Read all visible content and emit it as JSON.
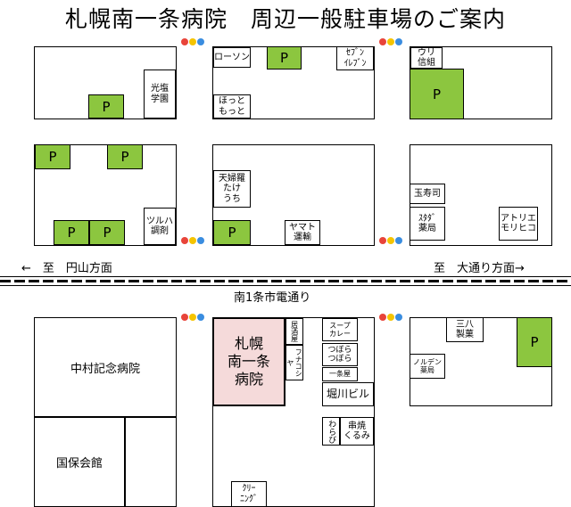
{
  "title": "札幌南一条病院　周辺一般駐車場のご案内",
  "parking_label": "P",
  "signal_colors": [
    "#e8443a",
    "#f5c400",
    "#3a8de0"
  ],
  "colors": {
    "parking": "#8cc63f",
    "hospital": "#f5dada"
  },
  "roads": {
    "west": "←　至　円山方面",
    "east": "至　大通り方面→",
    "tram": "南1条市電通り"
  },
  "hospital": {
    "name": "札幌\n南一条\n病院"
  },
  "shops": {
    "lawson": "ローソン",
    "seven": "ｾﾌﾞﾝ\nｲﾚﾌﾞﾝ",
    "hottomotto": "ほっと\nもっと",
    "kouen": "光塩\n学園",
    "uri": "ウリ\n信組",
    "tempura": "天婦羅\nたけ\nうち",
    "yamato": "ヤマト\n運輸",
    "tsuruha": "ツルハ\n調剤",
    "tamazushi": "玉寿司",
    "sutada": "ｽﾀﾀﾞ\n薬局",
    "atorie": "アトリエ\nモリヒコ",
    "izakaya": "居酒屋",
    "funakoshiya": "フナコシヤ",
    "soupcurry": "スープ\nカレー",
    "tsubora1": "つぼら\nつぼら",
    "ichijoya": "一条屋",
    "horikawa": "堀川ビル",
    "warabi": "わらび",
    "kushiyaki": "串焼\nくるみ",
    "cleaning": "ｸﾘｰ\nﾆﾝｸﾞ",
    "sanpa": "三八\n製菓",
    "norden": "ノルデン\n薬局"
  },
  "blocks": {
    "nakamura": "中村記念病院",
    "kokuho": "国保会館"
  }
}
